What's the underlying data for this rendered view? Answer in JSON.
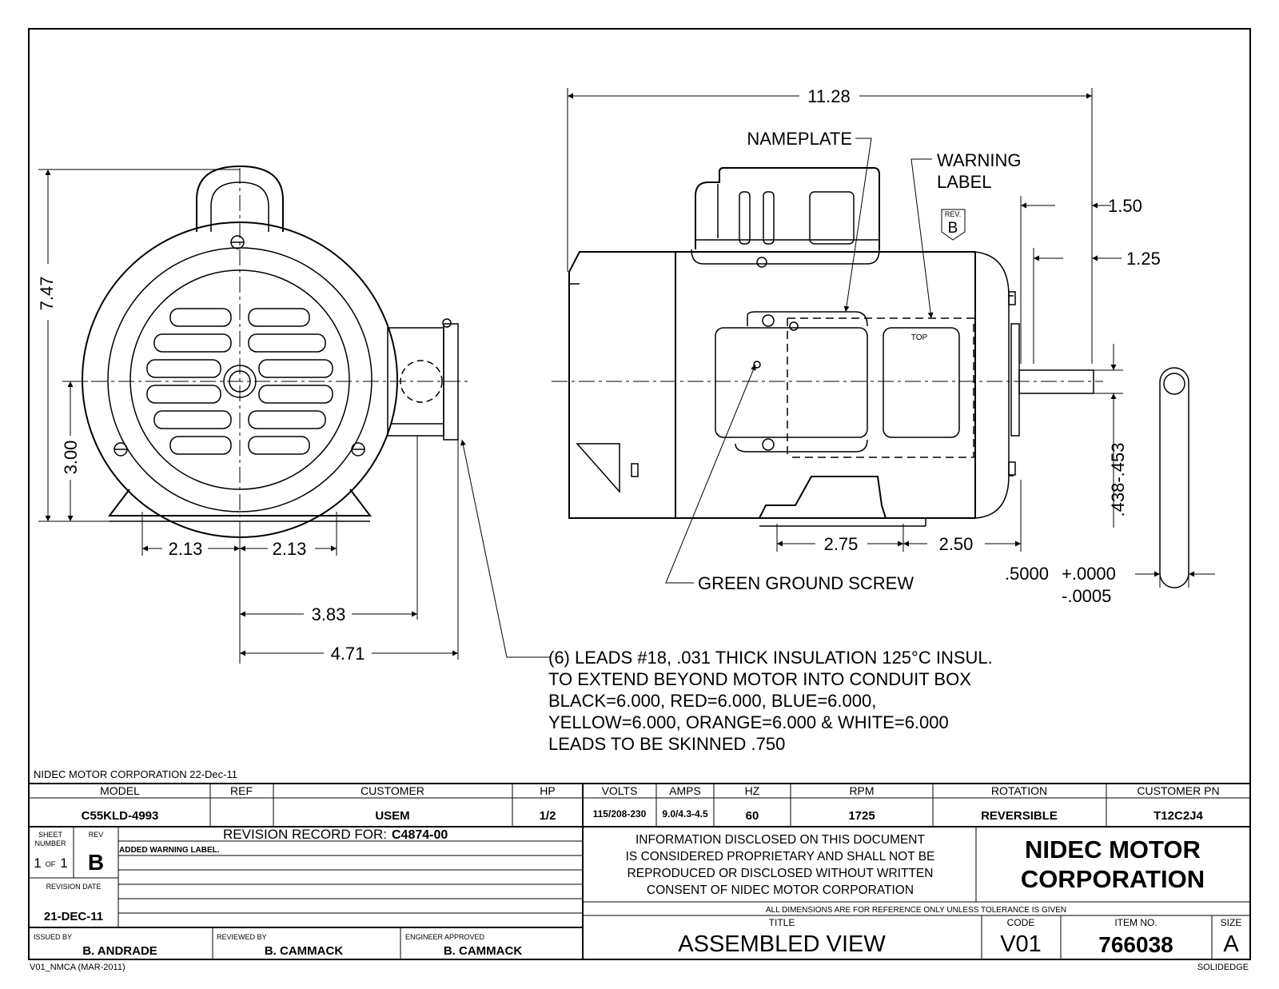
{
  "dimensions": {
    "overall_length": "11.28",
    "height": "7.47",
    "shaft_height": "3.00",
    "foot_left": "2.13",
    "foot_right": "2.13",
    "conduit_3_83": "3.83",
    "conduit_4_71": "4.71",
    "shaft_1_50": "1.50",
    "shaft_1_25": "1.25",
    "foot_2_75": "2.75",
    "foot_2_50": "2.50",
    "flat": ".438-.453",
    "shaft_dia": ".5000",
    "tol_plus": "+.0000",
    "tol_minus": "-.0005"
  },
  "callouts": {
    "nameplate": "NAMEPLATE",
    "warning_1": "WARNING",
    "warning_2": "LABEL",
    "rev_tag": "REV.",
    "rev_letter": "B",
    "top": "TOP",
    "ground": "GREEN GROUND SCREW"
  },
  "leads_note": [
    "(6) LEADS #18, .031 THICK INSULATION 125°C INSUL.",
    "TO EXTEND BEYOND MOTOR INTO CONDUIT BOX",
    "BLACK=6.000, RED=6.000, BLUE=6.000,",
    "YELLOW=6.000, ORANGE=6.000 & WHITE=6.000",
    "LEADS TO BE SKINNED .750"
  ],
  "header_stamp": "NIDEC MOTOR CORPORATION 22-Dec-11",
  "title_block": {
    "headers": [
      "MODEL",
      "REF",
      "CUSTOMER",
      "HP",
      "VOLTS",
      "AMPS",
      "HZ",
      "RPM",
      "ROTATION",
      "CUSTOMER PN"
    ],
    "values": [
      "C55KLD-4993",
      "",
      "USEM",
      "1/2",
      "115/208-230",
      "9.0/4.3-4.5",
      "60",
      "1725",
      "REVERSIBLE",
      "T12C2J4"
    ],
    "sheet_label_1": "SHEET",
    "sheet_label_2": "NUMBER",
    "rev_label": "REV",
    "sheet_value_1": "1",
    "sheet_of": "OF",
    "sheet_value_2": "1",
    "rev_value": "B",
    "revision_record_label": "REVISION RECORD FOR:",
    "revision_record_number": "C4874-00",
    "revision_entry": "ADDED WARNING LABEL.",
    "revision_date_label": "REVISION DATE",
    "revision_date": "21-DEC-11",
    "proprietary": [
      "INFORMATION DISCLOSED ON THIS DOCUMENT",
      "IS CONSIDERED PROPRIETARY AND SHALL NOT BE",
      "REPRODUCED OR DISCLOSED WITHOUT WRITTEN",
      "CONSENT OF NIDEC MOTOR CORPORATION"
    ],
    "company_1": "NIDEC MOTOR",
    "company_2": "CORPORATION",
    "dims_note": "ALL DIMENSIONS ARE FOR REFERENCE ONLY UNLESS TOLERANCE IS GIVEN",
    "title_label": "TITLE",
    "title": "ASSEMBLED VIEW",
    "code_label": "CODE",
    "code": "V01",
    "item_label": "ITEM NO.",
    "item": "766038",
    "size_label": "SIZE",
    "size": "A",
    "issued_label": "ISSUED BY",
    "issued": "B. ANDRADE",
    "reviewed_label": "REVIEWED BY",
    "reviewed": "B. CAMMACK",
    "engineer_label": "ENGINEER APPROVED",
    "engineer": "B. CAMMACK",
    "form_id": "V01_NMCA (MAR-2011)",
    "software": "SOLIDEDGE"
  }
}
